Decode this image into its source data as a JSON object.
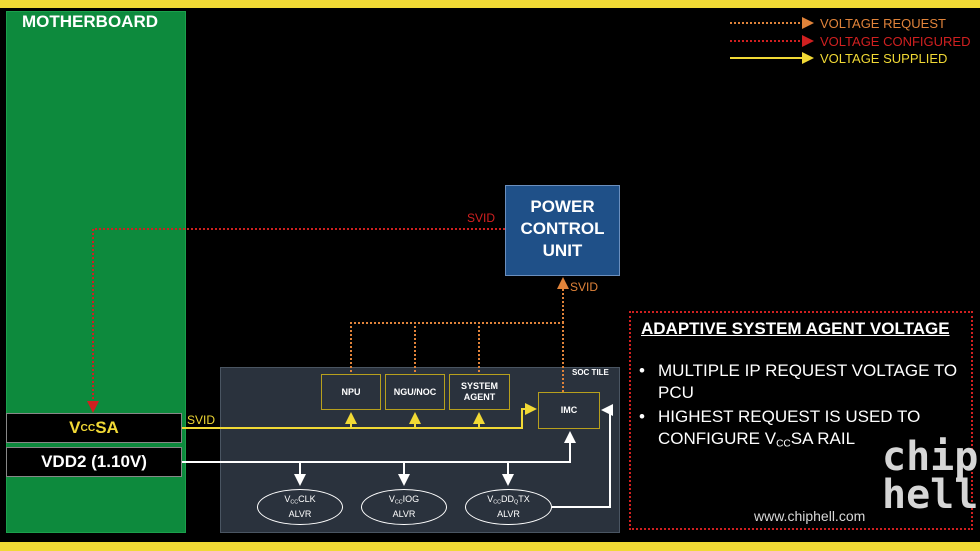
{
  "legend": {
    "request": "VOLTAGE REQUEST",
    "configured": "VOLTAGE CONFIGURED",
    "supplied": "VOLTAGE SUPPLIED"
  },
  "motherboard": {
    "title": "MOTHERBOARD"
  },
  "pcu": {
    "line1": "POWER",
    "line2": "CONTROL",
    "line3": "UNIT"
  },
  "svid_labels": {
    "top": "SVID",
    "pcu": "SVID",
    "rail": "SVID"
  },
  "soc": {
    "label": "SOC TILE",
    "npu": "NPU",
    "ngu": "NGU/NOC",
    "sa_line1": "SYSTEM",
    "sa_line2": "AGENT",
    "imc": "IMC"
  },
  "rails": {
    "vccsa_main": "V",
    "vccsa_sub": "CC",
    "vccsa_suffix": "SA",
    "vdd2": "VDD2 (1.10V)"
  },
  "alvr": [
    {
      "pre": "V",
      "sub": "CC",
      "post": "CLK",
      "sub2": "",
      "post2": "",
      "line2": "ALVR"
    },
    {
      "pre": "V",
      "sub": "CC",
      "post": "IOG",
      "sub2": "",
      "post2": "",
      "line2": "ALVR"
    },
    {
      "pre": "V",
      "sub": "CC",
      "post": "DD",
      "sub2": "Q",
      "post2": "TX",
      "line2": "ALVR"
    }
  ],
  "info": {
    "title": "ADAPTIVE SYSTEM AGENT VOLTAGE",
    "bullet1": "MULTIPLE IP REQUEST VOLTAGE TO PCU",
    "bullet2_pre": "HIGHEST REQUEST IS USED TO CONFIGURE V",
    "bullet2_sub": "CC",
    "bullet2_post": "SA RAIL"
  },
  "logo": {
    "line1": "chip",
    "line2": "hell"
  },
  "watermark": "www.chiphell.com",
  "colors": {
    "request": "#e0833a",
    "configured": "#d02020",
    "supplied": "#f1d935",
    "motherboard": "#0d8a3d",
    "pcu": "#1f5088",
    "soc": "#2a323d"
  }
}
